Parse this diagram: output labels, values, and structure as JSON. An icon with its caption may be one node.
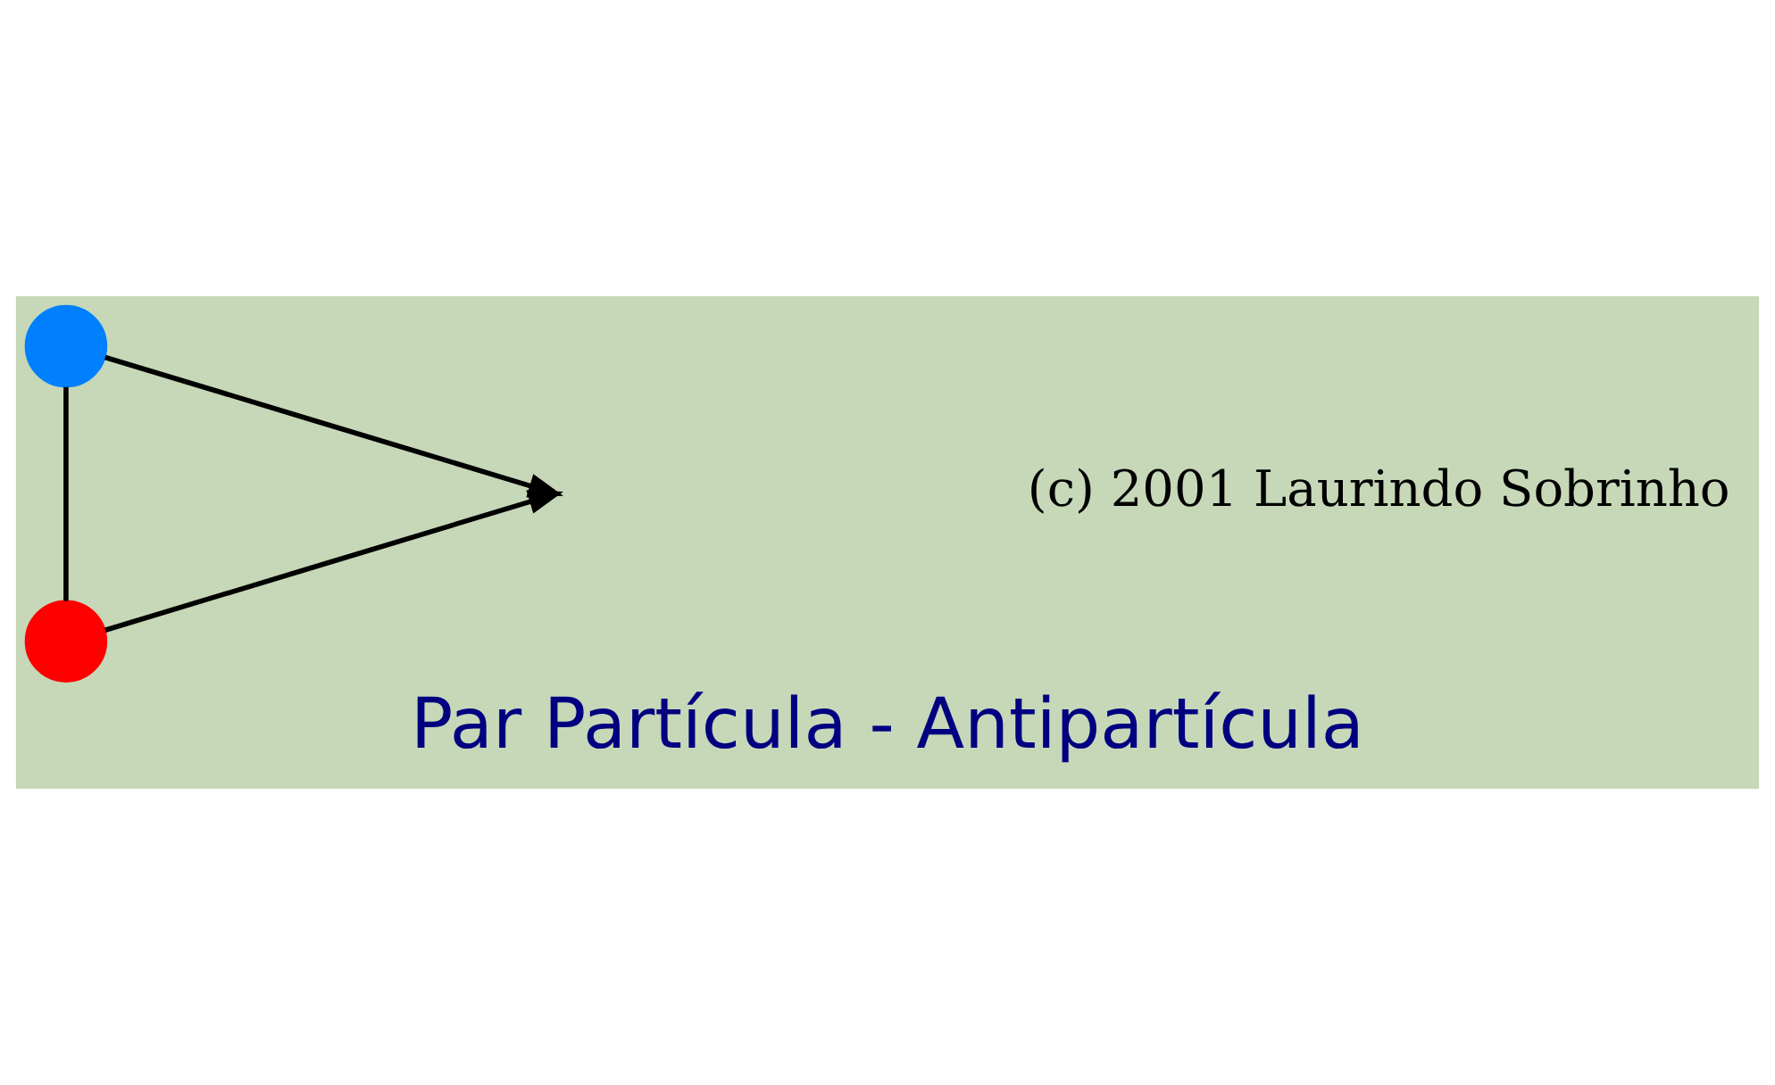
{
  "diagram": {
    "title": "Par Partícula - Antipartícula",
    "nodes": [
      {
        "text": [],
        "shape": "circle"
      },
      {
        "text": [],
        "shape": "circle"
      }
    ],
    "edges": [
      {
        "from": 1,
        "to": 0,
        "arrow": "none"
      },
      {
        "from": 0,
        "to": null,
        "arrow": "to"
      },
      {
        "from": 1,
        "to": null,
        "arrow": "to"
      }
    ],
    "labels": [
      "(c) 2001 Laurindo Sobrinho"
    ]
  }
}
